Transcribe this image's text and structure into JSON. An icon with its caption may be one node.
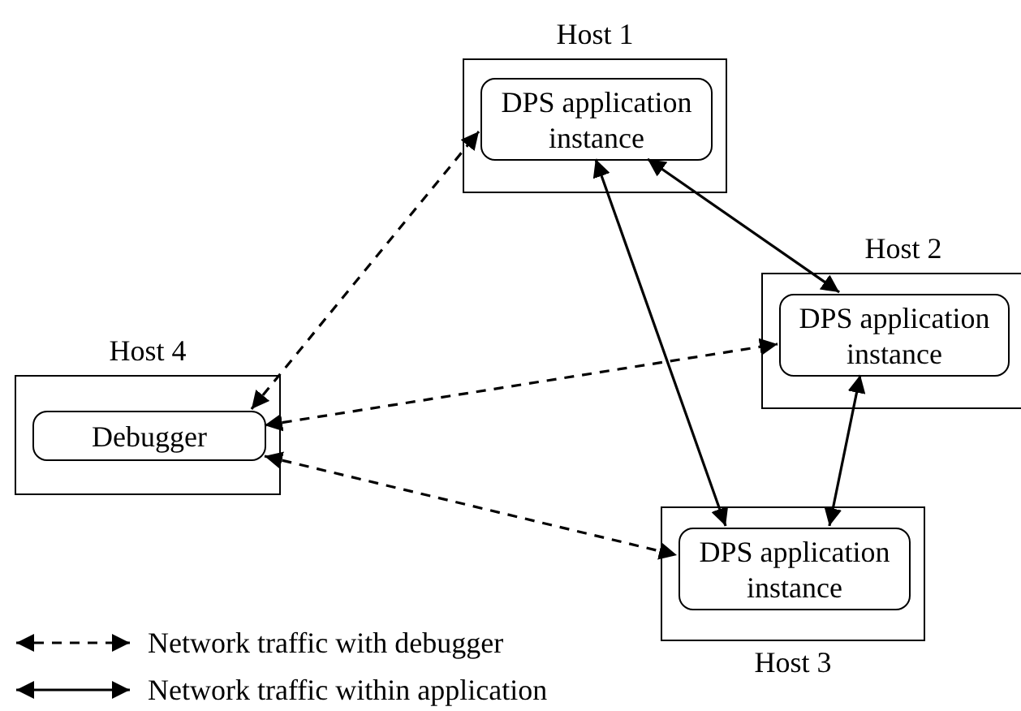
{
  "diagram": {
    "nodes": [
      {
        "text": [
          "Host 1"
        ]
      },
      {
        "text": [
          "DPS application instance"
        ],
        "in": 0
      },
      {
        "text": [
          "Host 2"
        ]
      },
      {
        "text": [
          "DPS application instance"
        ],
        "in": 2
      },
      {
        "text": [
          "Host 4"
        ]
      },
      {
        "text": [
          "Debugger"
        ],
        "in": 4
      },
      {
        "text": [
          "Host 3"
        ]
      },
      {
        "text": [
          "DPS application instance"
        ],
        "in": 6
      }
    ],
    "edges": [
      {
        "from": 5,
        "to": 1,
        "arrow": "both",
        "style": "dashed"
      },
      {
        "from": 5,
        "to": 3,
        "arrow": "both",
        "style": "dashed"
      },
      {
        "from": 5,
        "to": 7,
        "arrow": "both",
        "style": "dashed"
      },
      {
        "from": 1,
        "to": 3,
        "arrow": "both"
      },
      {
        "from": 1,
        "to": 7,
        "arrow": "both"
      },
      {
        "from": 3,
        "to": 7,
        "arrow": "both"
      }
    ],
    "legend": [
      {
        "text": "Network traffic with debugger"
      },
      {
        "text": "Network traffic within application"
      }
    ]
  }
}
